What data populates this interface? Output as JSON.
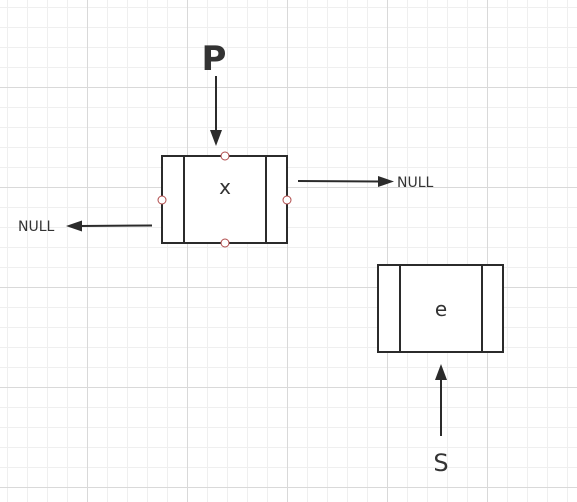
{
  "diagram": {
    "pointer_p": "P",
    "pointer_s": "S",
    "node_x": {
      "value": "x",
      "right_pointer": "NULL",
      "left_pointer": "NULL"
    },
    "node_e": {
      "value": "e"
    }
  },
  "colors": {
    "stroke": "#2b2b2b",
    "handle": "#b04a4a",
    "grid_major": "#d9d9d9",
    "grid_minor": "#efefef"
  }
}
